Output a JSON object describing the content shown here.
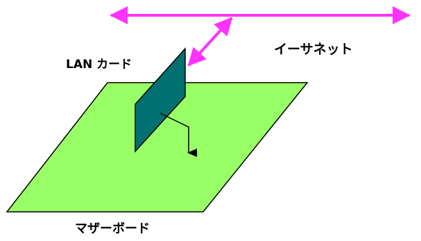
{
  "labels": {
    "ethernet": "イーサネット",
    "lan_card": "LAN カード",
    "motherboard": "マザーボード"
  },
  "colors": {
    "ethernet_line": "#ff33ff",
    "motherboard_fill": "#99ff66",
    "lan_card_fill": "#007070",
    "outline": "#000000",
    "background": "#ffffff"
  }
}
